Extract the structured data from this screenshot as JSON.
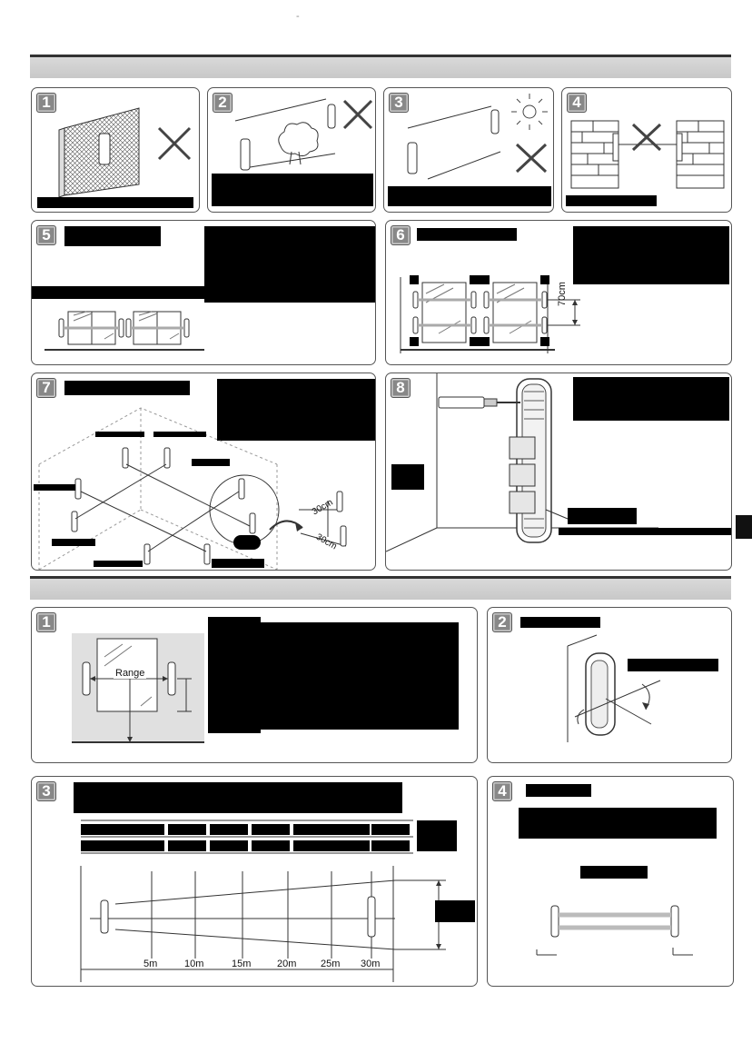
{
  "page_mark": "-",
  "section1": {
    "panels": [
      {
        "num": "1"
      },
      {
        "num": "2"
      },
      {
        "num": "3"
      },
      {
        "num": "4"
      },
      {
        "num": "5"
      },
      {
        "num": "6"
      },
      {
        "num": "7"
      },
      {
        "num": "8"
      }
    ],
    "panel6": {
      "height_label": "70cm"
    },
    "panel7": {
      "spacing_top": "30cm",
      "spacing_bottom": "30cm"
    }
  },
  "section2": {
    "panel1": {
      "num": "1",
      "range_label": "Range"
    },
    "panel2": {
      "num": "2"
    },
    "panel3": {
      "num": "3",
      "distances": [
        "5m",
        "10m",
        "15m",
        "20m",
        "25m",
        "30m"
      ]
    },
    "panel4": {
      "num": "4"
    }
  }
}
